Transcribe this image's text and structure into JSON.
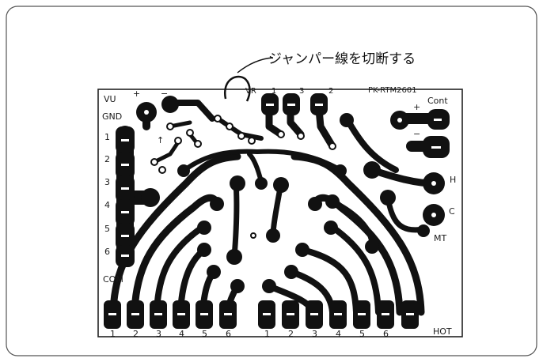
{
  "callout": "ジャンパー線を切断する",
  "board_id": "PK-RTM2601",
  "labels": {
    "vu": "VU",
    "plus1": "+",
    "minus1": "−",
    "vr": "VR",
    "vr_pins": [
      "1",
      "3",
      "2"
    ],
    "cont": "Cont",
    "cont_plus": "+",
    "cont_minus": "−",
    "gnd": "GND",
    "left_pins": [
      "1",
      "2",
      "3",
      "4",
      "5",
      "6"
    ],
    "com": "COM",
    "h": "H",
    "c": "C",
    "mt": "MT",
    "hot": "HOT",
    "arrow": "↑"
  },
  "bottom_left_pins": [
    "1",
    "2",
    "3",
    "4",
    "5",
    "6"
  ],
  "bottom_right_pins": [
    "1",
    "2",
    "3",
    "4",
    "5",
    "6"
  ]
}
